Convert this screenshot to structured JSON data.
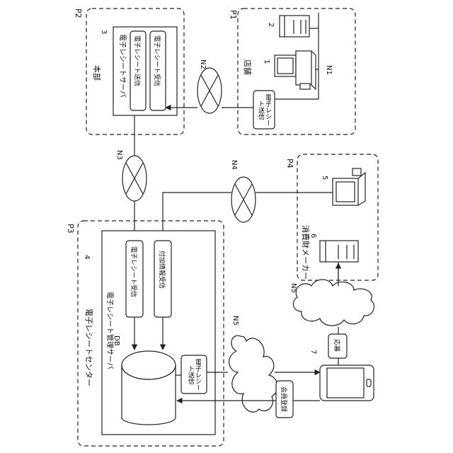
{
  "regions": {
    "p1": {
      "id": "P1",
      "name": "店舗"
    },
    "p2": {
      "id": "P2",
      "name": "本部"
    },
    "p3": {
      "id": "P3",
      "name": "電子レシートセンター"
    },
    "p4": {
      "id": "P4",
      "name": "消費財メーカー"
    }
  },
  "servers": {
    "s3": {
      "ref": "3",
      "title": "電子レシートサーバ",
      "send": "電子レシート送信",
      "recv": "電子レシート受信"
    },
    "s4": {
      "ref": "4",
      "title": "電子レシート管理サーバ",
      "recv": "電子レシート受信",
      "addinfo": "付加情報受信",
      "db": "DB",
      "send": "電子レシート送信"
    }
  },
  "store_send": "電子レシート送信",
  "refs": {
    "d1": "1",
    "d2": "2",
    "d5": "5",
    "d6": "6",
    "d7": "7"
  },
  "networks": {
    "n1": "N1",
    "n2": "N2",
    "n3": "N3",
    "n4": "N4",
    "n5a": "N5",
    "n5b": "N5"
  },
  "phone": {
    "register": "会員登録",
    "apply": "応募"
  }
}
